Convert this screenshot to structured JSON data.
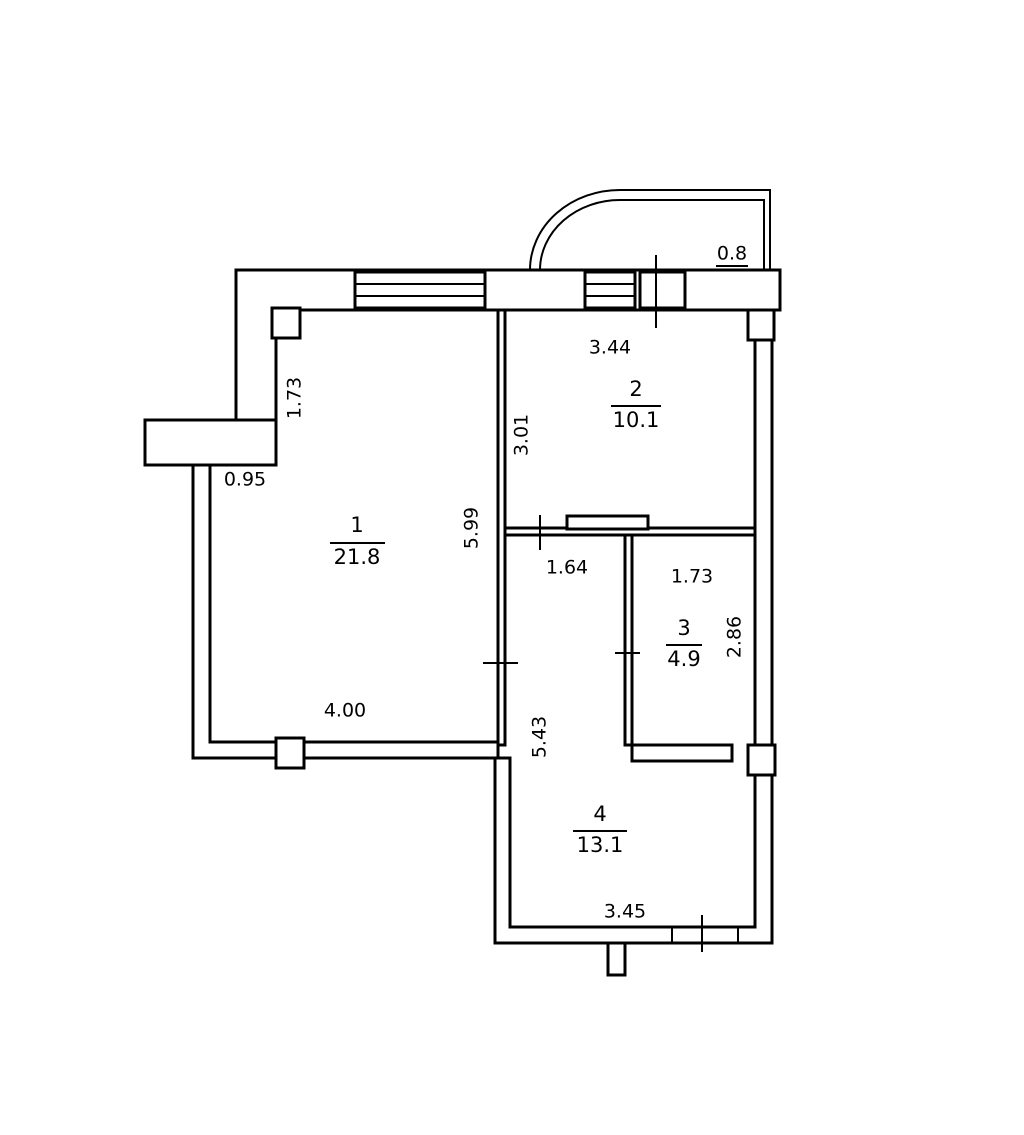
{
  "plan": {
    "rooms": [
      {
        "number": "1",
        "area": "21.8"
      },
      {
        "number": "2",
        "area": "10.1"
      },
      {
        "number": "3",
        "area": "4.9"
      },
      {
        "number": "4",
        "area": "13.1"
      }
    ],
    "dimensions": {
      "balcony_depth": "0.8",
      "room2_width": "3.44",
      "room2_depth": "3.01",
      "niche_depth": "1.73",
      "niche_width": "0.95",
      "room1_depth": "5.99",
      "room1_width": "4.00",
      "corridor_width": "1.64",
      "room3_width": "1.73",
      "room3_depth": "2.86",
      "room4_depth": "5.43",
      "room4_width": "3.45"
    }
  }
}
